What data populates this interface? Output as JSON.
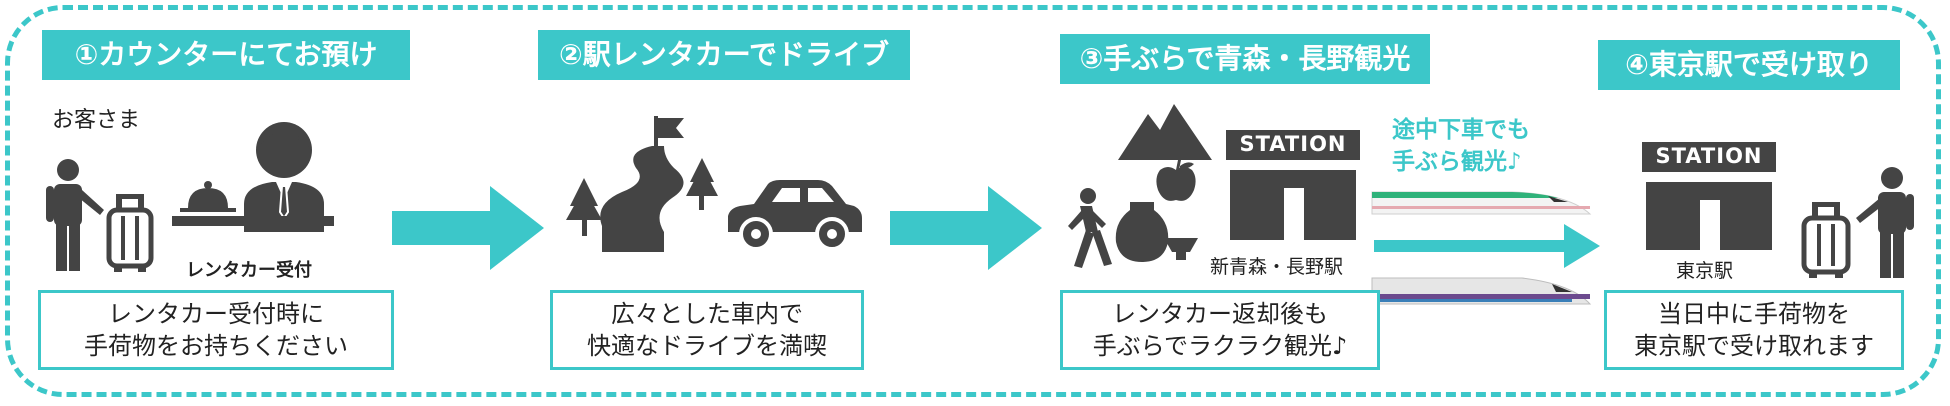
{
  "steps": [
    {
      "title": "①カウンターにてお預け",
      "caption_lines": [
        "レンタカー受付時に",
        "手荷物をお持ちください"
      ]
    },
    {
      "title": "②駅レンタカーでドライブ",
      "caption_lines": [
        "広々とした車内で",
        "快適なドライブを満喫"
      ]
    },
    {
      "title": "③手ぶらで青森・長野観光",
      "caption_lines": [
        "レンタカー返却後も",
        "手ぶらでラクラク観光♪"
      ]
    },
    {
      "title": "④東京駅で受け取り",
      "caption_lines": [
        "当日中に手荷物を",
        "東京駅で受け取れます"
      ]
    }
  ],
  "labels": {
    "customer": "お客さま",
    "reception": "レンタカー受付",
    "station_sign": "STATION",
    "origin_station": "新青森・長野駅",
    "tokyo_station": "東京駅",
    "stopover_line1": "途中下車でも",
    "stopover_line2": "手ぶら観光♪"
  },
  "colors": {
    "accent": "#3cc7c9",
    "icon": "#444444",
    "text": "#222222"
  }
}
